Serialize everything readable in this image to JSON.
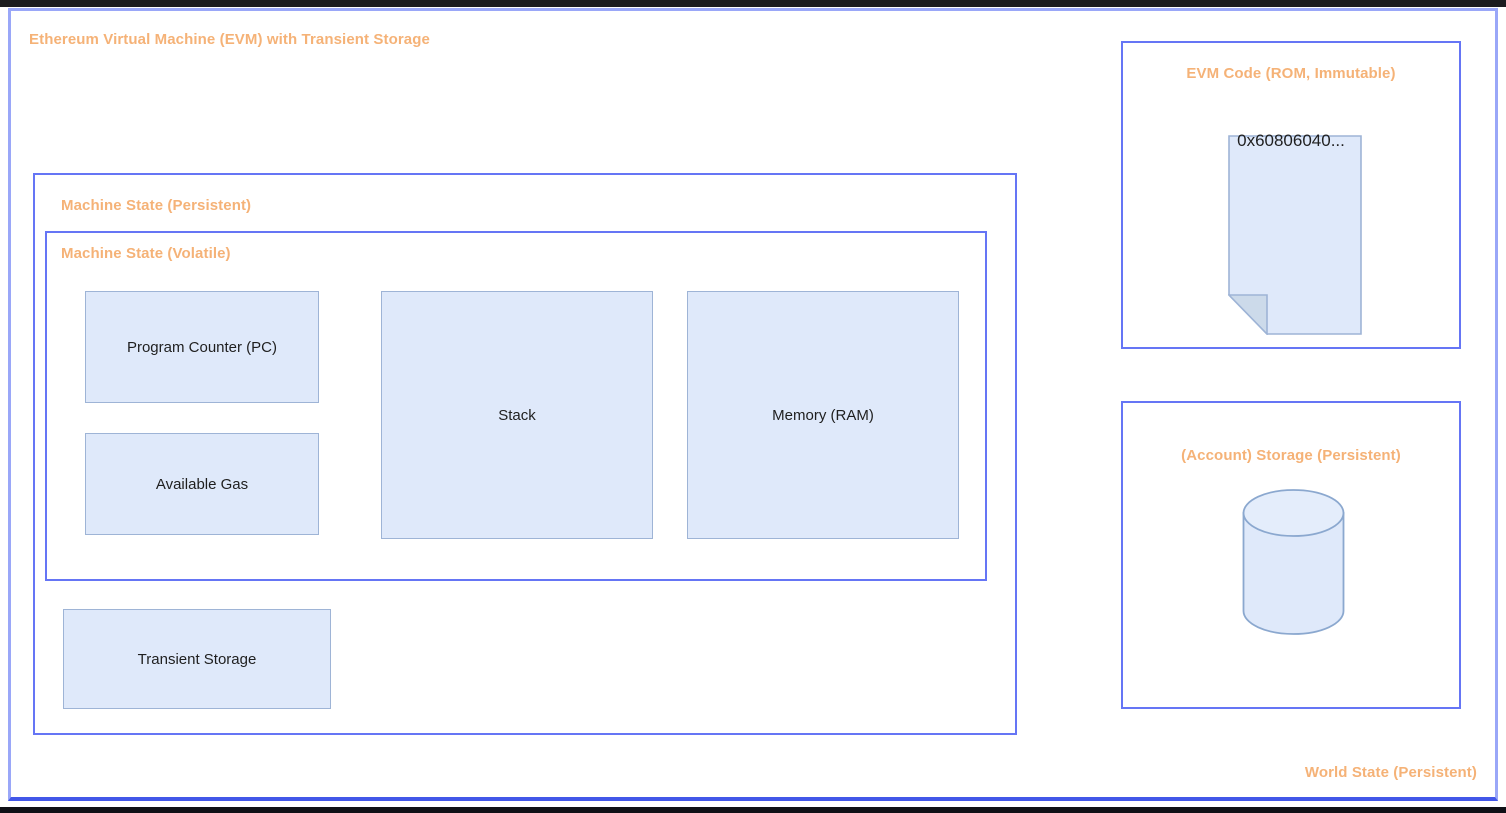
{
  "diagram": {
    "title": "Ethereum Virtual Machine (EVM) with Transient Storage",
    "footer": "World State (Persistent)",
    "colors": {
      "panel_border": "#6575f5",
      "outer_border": "#9aa7f8",
      "title_text": "#f5b277",
      "box_fill": "#dfe9fa",
      "box_border": "#9eb4d6",
      "body_text": "#1f1f1f"
    }
  },
  "machine_state_persistent": {
    "title": "Machine State (Persistent)",
    "volatile": {
      "title": "Machine State (Volatile)",
      "boxes": [
        {
          "label": "Program Counter (PC)"
        },
        {
          "label": "Available Gas"
        },
        {
          "label": "Stack"
        },
        {
          "label": "Memory (RAM)"
        }
      ]
    },
    "transient": {
      "label": "Transient Storage"
    }
  },
  "evm_code": {
    "title": "EVM Code (ROM, Immutable)",
    "document_icon": "document-icon",
    "document_label": "0x60806040..."
  },
  "account_storage": {
    "title": "(Account) Storage (Persistent)",
    "cylinder_icon": "database-cylinder-icon"
  }
}
